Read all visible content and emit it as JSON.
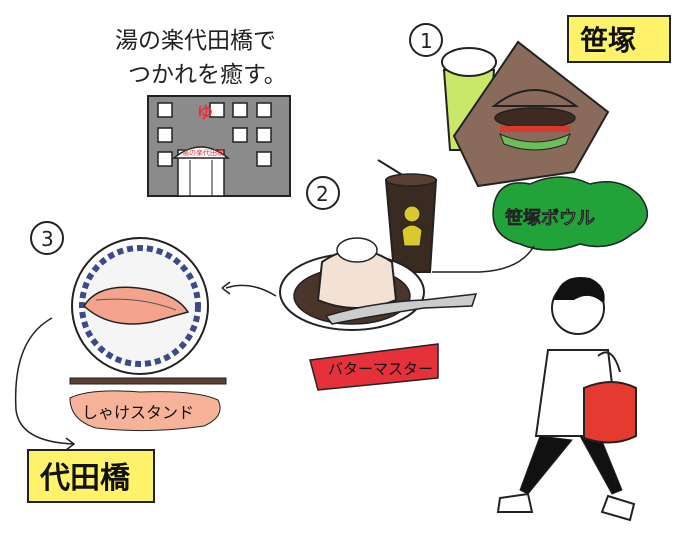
{
  "caption": {
    "line1": "湯の楽代田橋で",
    "line2": "つかれを癒す。"
  },
  "bathhouse": {
    "roof_sign": "ゆ",
    "curtain_text": "湯の楽代田橋"
  },
  "steps": [
    {
      "number": "1",
      "name": "笹塚",
      "shop": "笹塚ボウル"
    },
    {
      "number": "2",
      "shop": "バターマスター"
    },
    {
      "number": "3",
      "name": "代田橋",
      "shop": "しゃけスタンド"
    }
  ],
  "colors": {
    "yellow_label": "#fff26b",
    "green_blob": "#22a33a",
    "red_banner": "#e6313a",
    "salmon_banner": "#f6b39a",
    "building": "#8b8b8b",
    "bag_red": "#e53a2f",
    "beer": "#c9e86a",
    "bag_paper": "#8a6a5a"
  }
}
